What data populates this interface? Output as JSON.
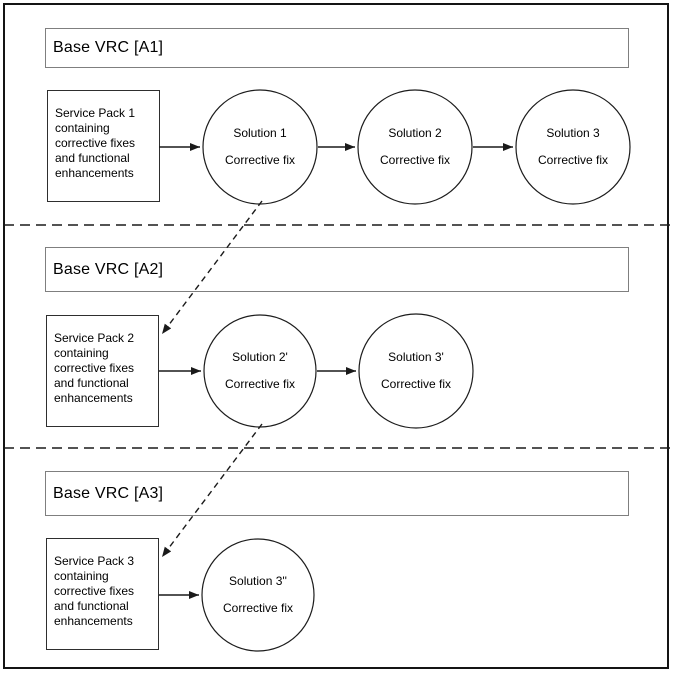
{
  "diagram": {
    "sections": [
      {
        "title": "Base VRC [A1]",
        "service_pack": {
          "lines": [
            "Service Pack 1",
            "containing",
            "corrective fixes",
            "and functional",
            "enhancements"
          ]
        },
        "solutions": [
          {
            "name": "Solution 1",
            "type": "Corrective fix"
          },
          {
            "name": "Solution 2",
            "type": "Corrective fix"
          },
          {
            "name": "Solution 3",
            "type": "Corrective fix"
          }
        ]
      },
      {
        "title": "Base VRC [A2]",
        "service_pack": {
          "lines": [
            "Service Pack 2",
            "containing",
            "corrective fixes",
            "and functional",
            "enhancements"
          ]
        },
        "solutions": [
          {
            "name": "Solution 2'",
            "type": "Corrective fix"
          },
          {
            "name": "Solution 3'",
            "type": "Corrective fix"
          }
        ]
      },
      {
        "title": "Base VRC [A3]",
        "service_pack": {
          "lines": [
            "Service Pack 3",
            "containing",
            "corrective fixes",
            "and functional",
            "enhancements"
          ]
        },
        "solutions": [
          {
            "name": "Solution 3''",
            "type": "Corrective fix"
          }
        ]
      }
    ],
    "colors": {
      "background": "#ffffff",
      "line": "#1a1a1a",
      "title_box_border": "#7f7f7f",
      "service_pack_box_border": "#2e2e2e",
      "text": "#000000"
    }
  }
}
